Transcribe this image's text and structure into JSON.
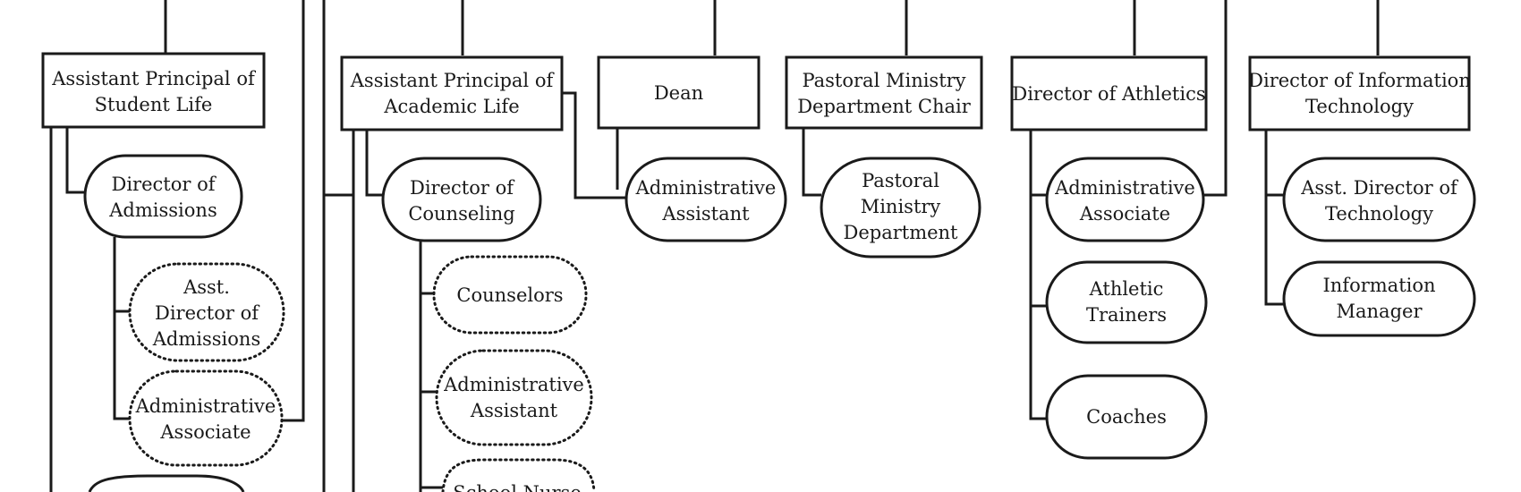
{
  "nodes": {
    "ap_student_life": [
      "Assistant Principal of",
      "Student Life"
    ],
    "director_admissions": [
      "Director of",
      "Admissions"
    ],
    "asst_director_admissions": [
      "Asst.",
      "Director of",
      "Admissions"
    ],
    "admin_associate_student": [
      "Administrative",
      "Associate"
    ],
    "ap_academic_life": [
      "Assistant Principal of",
      "Academic Life"
    ],
    "director_counseling": [
      "Director of",
      "Counseling"
    ],
    "counselors": [
      "Counselors"
    ],
    "admin_assistant_counseling": [
      "Administrative",
      "Assistant"
    ],
    "school_nurse": [
      "School Nurse"
    ],
    "dean": [
      "Dean"
    ],
    "admin_assistant_dean": [
      "Administrative",
      "Assistant"
    ],
    "pastoral_chair": [
      "Pastoral Ministry",
      "Department Chair"
    ],
    "pastoral_department": [
      "Pastoral",
      "Ministry",
      "Department"
    ],
    "director_athletics": [
      "Director of Athletics"
    ],
    "admin_associate_athletics": [
      "Administrative",
      "Associate"
    ],
    "athletic_trainers": [
      "Athletic",
      "Trainers"
    ],
    "coaches": [
      "Coaches"
    ],
    "director_it": [
      "Director of Information",
      "Technology"
    ],
    "asst_director_technology": [
      "Asst. Director of",
      "Technology"
    ],
    "information_manager": [
      "Information",
      "Manager"
    ]
  }
}
